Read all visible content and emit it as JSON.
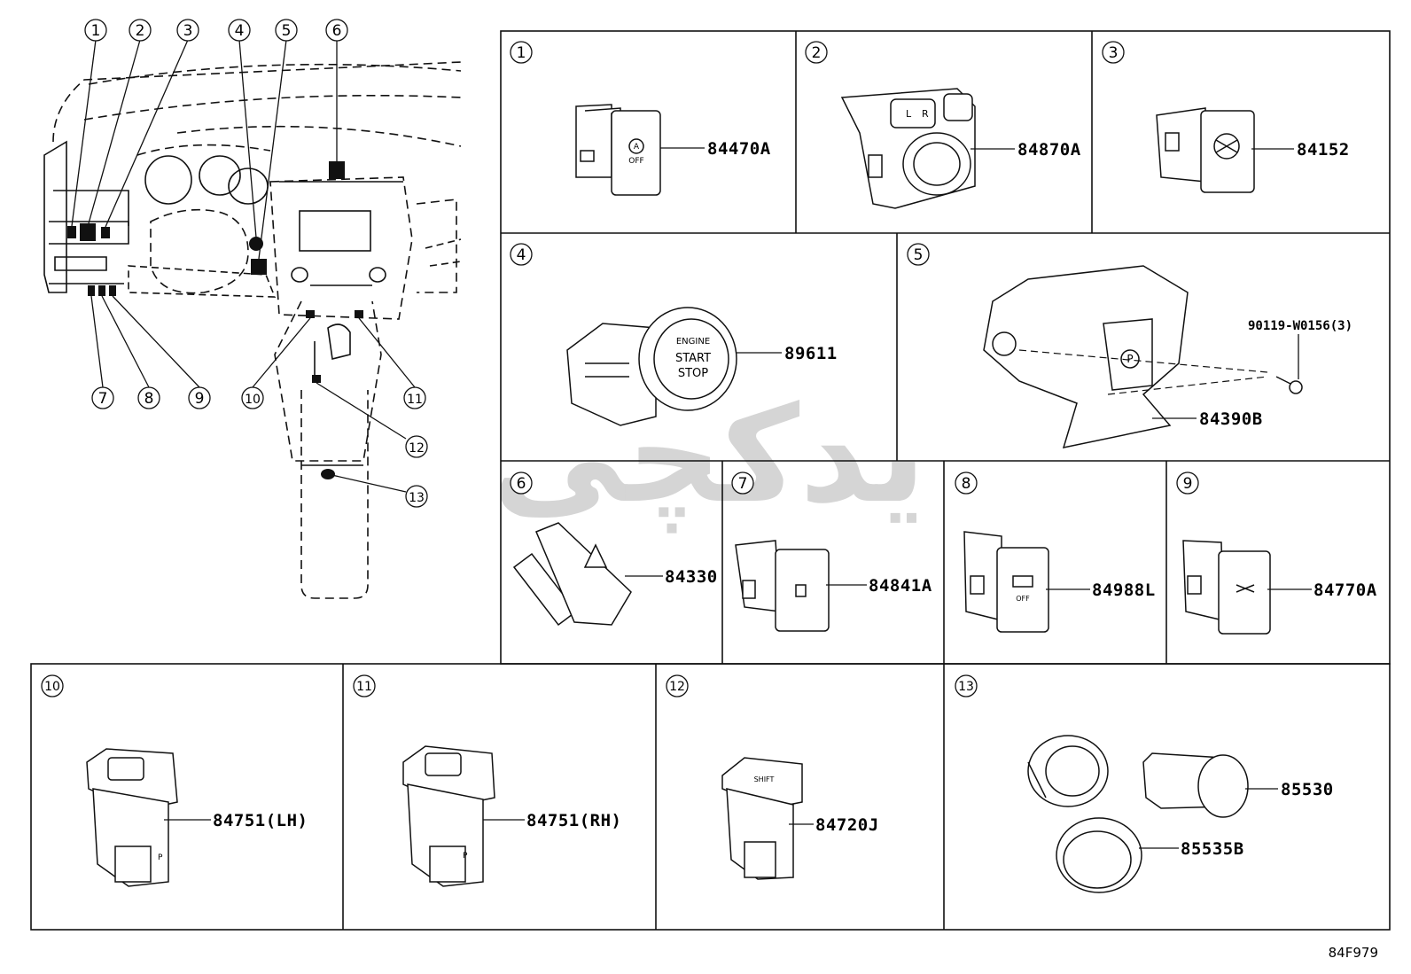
{
  "callouts": [
    "1",
    "2",
    "3",
    "4",
    "5",
    "6",
    "7",
    "8",
    "9",
    "10",
    "11",
    "12",
    "13"
  ],
  "panels": [
    {
      "num": "1",
      "part": "84470A"
    },
    {
      "num": "2",
      "part": "84870A"
    },
    {
      "num": "3",
      "part": "84152"
    },
    {
      "num": "4",
      "part": "89611"
    },
    {
      "num": "5",
      "part": "84390B",
      "extra_part": "90119-W0156(3)"
    },
    {
      "num": "6",
      "part": "84330"
    },
    {
      "num": "7",
      "part": "84841A"
    },
    {
      "num": "8",
      "part": "84988L"
    },
    {
      "num": "9",
      "part": "84770A"
    },
    {
      "num": "10",
      "part": "84751(LH)"
    },
    {
      "num": "11",
      "part": "84751(RH)"
    },
    {
      "num": "12",
      "part": "84720J"
    },
    {
      "num": "13",
      "part": "85530",
      "extra_part": "85535B"
    }
  ],
  "switch_labels": {
    "a_off_a": "A",
    "a_off_off": "OFF",
    "mirror_l": "L",
    "mirror_r": "R",
    "engine_1": "ENGINE",
    "engine_2": "START",
    "engine_3": "STOP",
    "park": "P",
    "shift": "SHIFT",
    "off8": "OFF",
    "p10": "P",
    "p11": "P"
  },
  "diagram_id": "84F979",
  "watermark": "یدکچی"
}
